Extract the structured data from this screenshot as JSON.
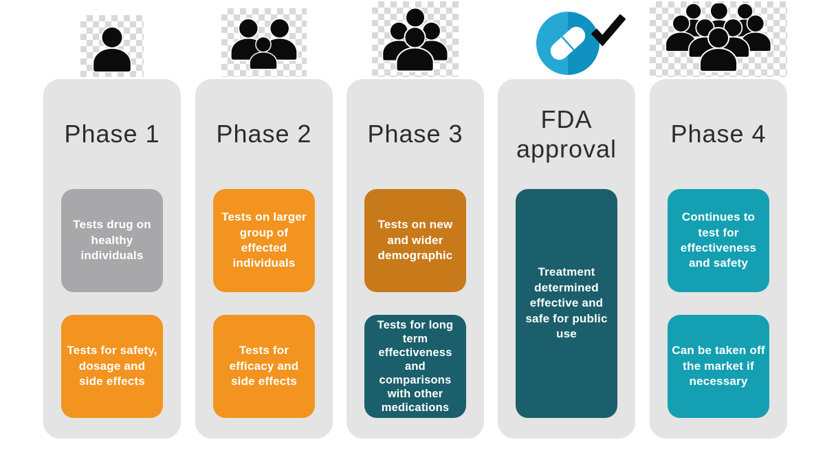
{
  "title": "Drug development and FDA approval phases infographic",
  "colors": {
    "page_background": "#ffffff",
    "panel_gray": "#e4e4e4",
    "checker_gray": "#d9d9d9",
    "title_text": "#2d2d2d",
    "icon_black": "#0b0b0b",
    "box_gray": "#a8a8aa",
    "orange": "#f2941f",
    "dark_orange": "#c87a1b",
    "dark_teal": "#1a5f6b",
    "teal": "#14a0b2",
    "pill_blue_left": "#25a9d4",
    "pill_blue_right": "#1191c0",
    "pill_white": "#ffffff"
  },
  "columns": [
    {
      "id": "phase-1",
      "title": "Phase 1",
      "icon": "single-person-icon",
      "boxes": [
        {
          "text": "Tests drug on healthy individuals",
          "color": "#a8a8aa"
        },
        {
          "text": "Tests for safety, dosage and side effects",
          "color": "#f2941f"
        }
      ]
    },
    {
      "id": "phase-2",
      "title": "Phase 2",
      "icon": "family-group-icon",
      "boxes": [
        {
          "text": "Tests on larger group of effected individuals",
          "color": "#f2941f"
        },
        {
          "text": "Tests for efficacy and side effects",
          "color": "#f2941f"
        }
      ]
    },
    {
      "id": "phase-3",
      "title": "Phase 3",
      "icon": "group-of-four-icon",
      "boxes": [
        {
          "text": "Tests on new and wider demographic",
          "color": "#c87a1b"
        },
        {
          "text": "Tests for long term effectiveness and comparisons with other medications",
          "color": "#1a5f6b"
        }
      ]
    },
    {
      "id": "fda-approval",
      "title": "FDA approval",
      "icon": "approved-pill-icon",
      "boxes": [
        {
          "text": "Treatment determined effective and safe for public use",
          "color": "#1a5f6b"
        }
      ]
    },
    {
      "id": "phase-4",
      "title": "Phase 4",
      "icon": "crowd-icon",
      "boxes": [
        {
          "text": "Continues to test for effectiveness and safety",
          "color": "#14a0b2"
        },
        {
          "text": "Can be taken off the market if necessary",
          "color": "#14a0b2"
        }
      ]
    }
  ]
}
